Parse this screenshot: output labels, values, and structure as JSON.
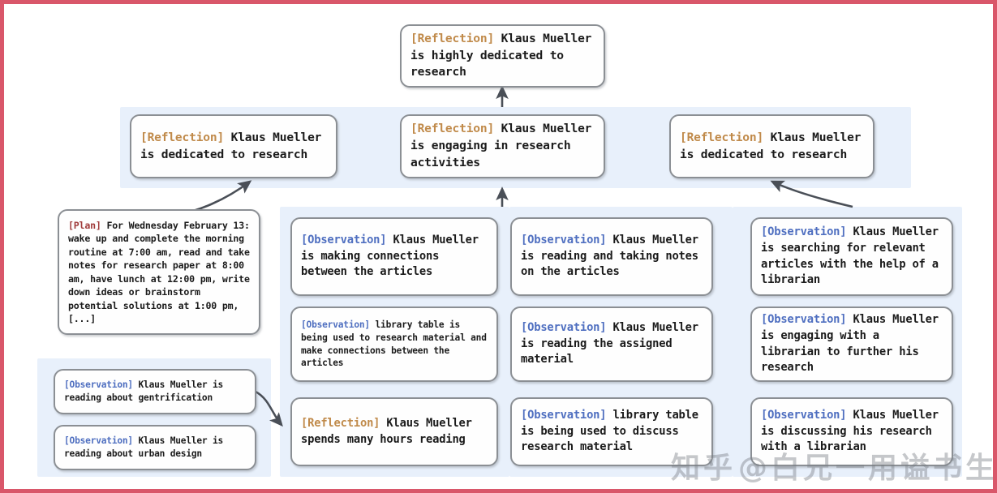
{
  "figure": {
    "title": "Reflection tree of memory-stream nodes for Klaus Mueller",
    "border_color": "#d9576a",
    "panel_color": "#e8f0fb",
    "node_border_color": "#8b8f94",
    "tag_colors": {
      "reflection": "#c08a4a",
      "observation": "#4f6fc0",
      "plan": "#a03b3b"
    }
  },
  "root": {
    "tag": "[Reflection]",
    "text": " Klaus Mueller is highly dedicated to research"
  },
  "reflections": [
    {
      "tag": "[Reflection]",
      "text": " Klaus Mueller is dedicated to research"
    },
    {
      "tag": "[Reflection]",
      "text": " Klaus Mueller is engaging in research activities"
    },
    {
      "tag": "[Reflection]",
      "text": " Klaus Mueller is dedicated to research"
    }
  ],
  "plan": {
    "tag": "[Plan]",
    "text": " For Wednesday February 13: wake up and complete the morning routine at 7:00 am, read and take notes for research paper at 8:00 am, have lunch at 12:00 pm, write down ideas or brainstorm potential solutions at 1:00 pm, [...]"
  },
  "left_column": [
    {
      "tag": "[Observation]",
      "text": " Klaus Mueller is reading about gentrification"
    },
    {
      "tag": "[Observation]",
      "text": " Klaus Mueller is reading about urban design"
    }
  ],
  "middle_left_column": [
    {
      "tag": "[Observation]",
      "text": " Klaus Mueller is making connections between the articles"
    },
    {
      "tag": "[Observation]",
      "text": " library table is being used to research material and make connections between the articles"
    },
    {
      "tag": "[Reflection]",
      "text": " Klaus Mueller spends many hours reading"
    }
  ],
  "middle_right_column": [
    {
      "tag": "[Observation]",
      "text": " Klaus Mueller is reading and taking notes on the articles"
    },
    {
      "tag": "[Observation]",
      "text": " Klaus Mueller is reading the assigned material"
    },
    {
      "tag": "[Observation]",
      "text": " library table is being used to discuss research material"
    }
  ],
  "right_column": [
    {
      "tag": "[Observation]",
      "text": " Klaus Mueller is searching for relevant articles with the help of a librarian"
    },
    {
      "tag": "[Observation]",
      "text": " Klaus Mueller is engaging with a librarian to further his research"
    },
    {
      "tag": "[Observation]",
      "text": " Klaus Mueller is discussing his research with a librarian"
    }
  ],
  "watermarks": [
    {
      "text": "知乎"
    },
    {
      "text": "@白兄一用谥书生"
    }
  ]
}
